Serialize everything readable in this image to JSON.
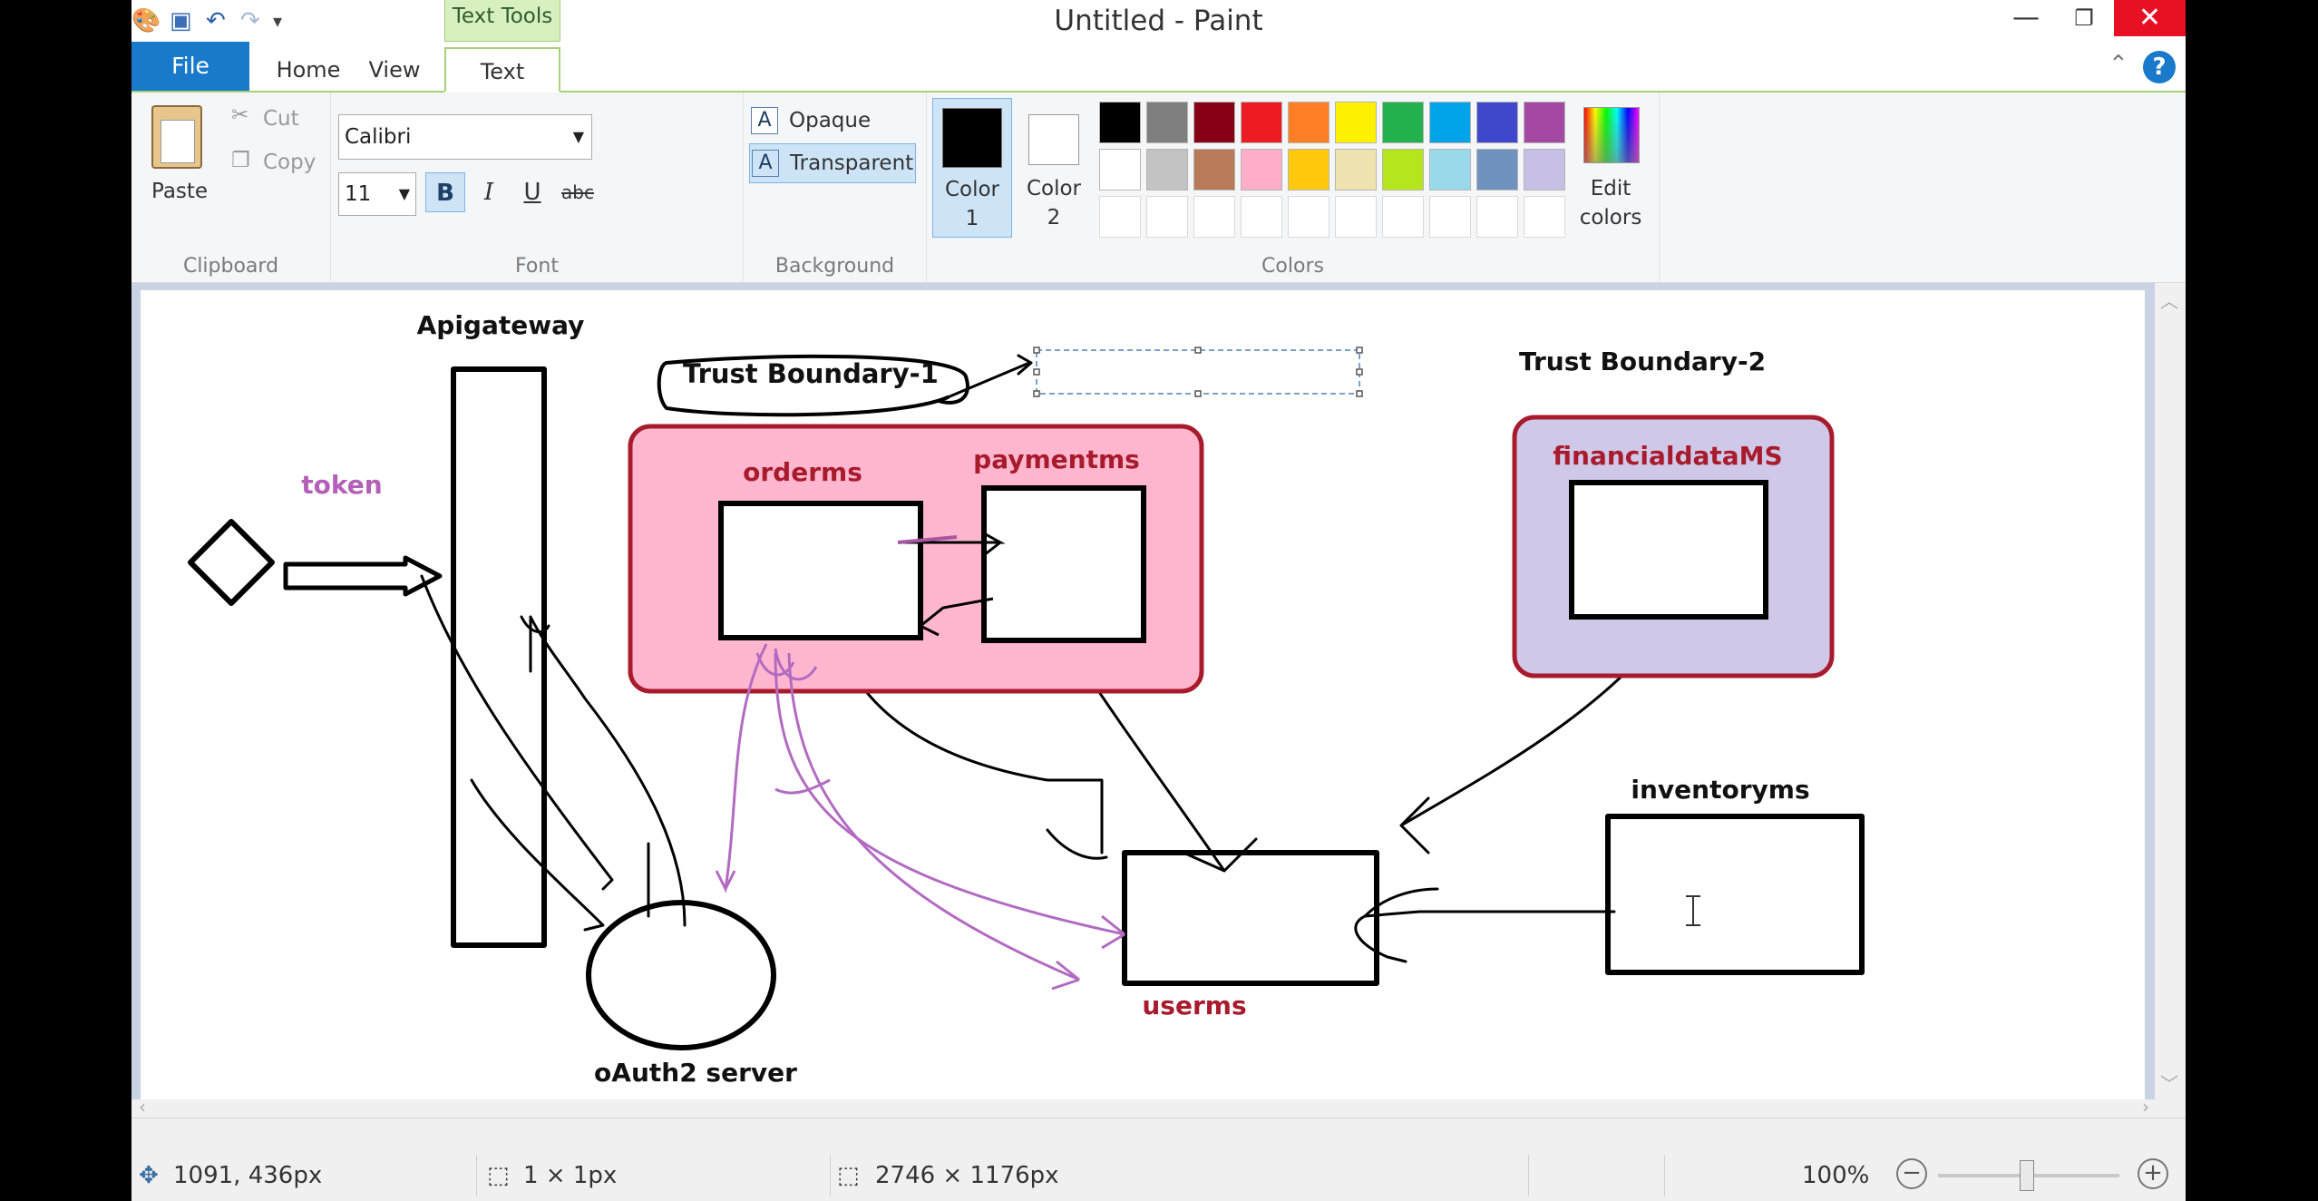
{
  "window": {
    "title": "Untitled - Paint"
  },
  "contextual_tab": "Text Tools",
  "tabs": {
    "file": "File",
    "home": "Home",
    "view": "View",
    "text": "Text"
  },
  "ribbon": {
    "clipboard": {
      "label": "Clipboard",
      "paste": "Paste",
      "cut": "Cut",
      "copy": "Copy"
    },
    "font": {
      "label": "Font",
      "family": "Calibri",
      "size": "11",
      "bold": "B",
      "italic": "I",
      "underline": "U",
      "strike": "abc"
    },
    "background": {
      "label": "Background",
      "opaque": "Opaque",
      "transparent": "Transparent"
    },
    "colors": {
      "label": "Colors",
      "color1": "Color\n1",
      "color2": "Color\n2",
      "color1_value": "#000000",
      "color2_value": "#ffffff",
      "edit_colors": "Edit\ncolors",
      "palette_row1": [
        "#000000",
        "#7f7f7f",
        "#880015",
        "#ed1c24",
        "#ff7f27",
        "#fff200",
        "#22b14c",
        "#00a2e8",
        "#3f48cc",
        "#a349a4"
      ],
      "palette_row2": [
        "#ffffff",
        "#c3c3c3",
        "#b97a57",
        "#ffaec9",
        "#ffc90e",
        "#efe4b0",
        "#b5e61d",
        "#99d9ea",
        "#7092be",
        "#c8bfe7"
      ]
    }
  },
  "drawing": {
    "apigateway": "Apigateway",
    "trust_boundary_1": "Trust Boundary-1",
    "trust_boundary_2": "Trust Boundary-2",
    "token": "token",
    "orderms": "orderms",
    "paymentms": "paymentms",
    "financialdatams": "financialdataMS",
    "inventoryms": "inventoryms",
    "userms": "userms",
    "oauth2": "oAuth2 server"
  },
  "status": {
    "cursor": "1091, 436px",
    "selection": "1 × 1px",
    "image_size": "2746 × 1176px",
    "zoom": "100%"
  }
}
